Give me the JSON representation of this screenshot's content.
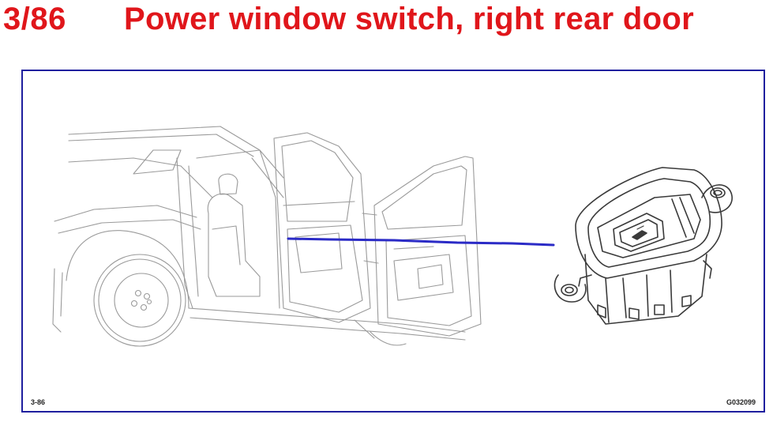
{
  "header": {
    "number": "3/86",
    "title": "Power window switch, right rear door"
  },
  "diagram": {
    "figure_ref": "3-86",
    "image_code": "G032099"
  },
  "colors": {
    "title": "#e0161b",
    "frame_border": "#1f1f9e",
    "leader_line": "#2b2bc6",
    "line_art": "#9a9a9a"
  },
  "icons": [
    "car-door-open-illustration",
    "window-switch-illustration"
  ]
}
